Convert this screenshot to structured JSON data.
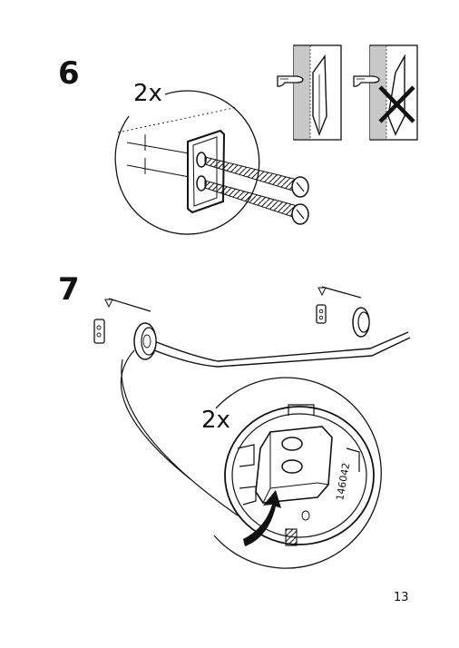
{
  "steps": [
    {
      "number": "6",
      "quantity": "2x"
    },
    {
      "number": "7",
      "quantity": "2x"
    }
  ],
  "part_code": "146042",
  "page_number": "13",
  "icons": [
    "wall-screw-illustration",
    "correct-orientation-icon",
    "incorrect-orientation-icon",
    "towel-rail-illustration",
    "mounting-bracket-detail"
  ]
}
